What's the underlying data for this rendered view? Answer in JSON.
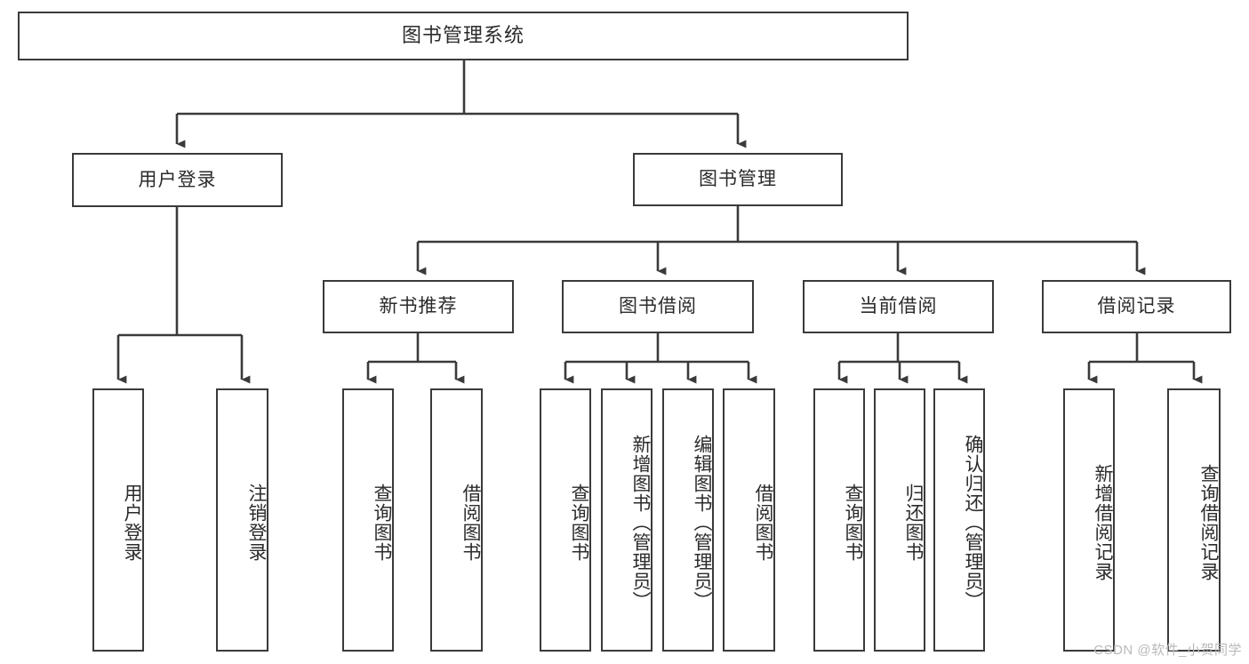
{
  "diagram": {
    "type": "tree-hierarchy",
    "orientation": "top-down",
    "title": "图书管理系统",
    "watermark": "CSDN @软件_小贺同学",
    "colors": {
      "stroke": "#3a3a3a",
      "fill": "#ffffff",
      "text": "#2b2b2b",
      "watermark": "#b9b9b9"
    },
    "nodes": {
      "root": {
        "label": "图书管理系统"
      },
      "level2": [
        {
          "id": "user-login",
          "label": "用户登录"
        },
        {
          "id": "book-manage",
          "label": "图书管理"
        }
      ],
      "level3": [
        {
          "id": "new-book-recommend",
          "label": "新书推荐"
        },
        {
          "id": "book-borrow",
          "label": "图书借阅"
        },
        {
          "id": "current-borrow",
          "label": "当前借阅"
        },
        {
          "id": "borrow-record",
          "label": "借阅记录"
        }
      ],
      "leaves": {
        "user_login": [
          {
            "id": "leaf-user-login",
            "label": "用户登录"
          },
          {
            "id": "leaf-logout-login",
            "label": "注销登录"
          }
        ],
        "new_book_recommend": [
          {
            "id": "leaf-query-book-1",
            "label": "查询图书"
          },
          {
            "id": "leaf-borrow-book-1",
            "label": "借阅图书"
          }
        ],
        "book_borrow": [
          {
            "id": "leaf-query-book-2",
            "label": "查询图书"
          },
          {
            "id": "leaf-add-book",
            "label": "新增图书（管理员）"
          },
          {
            "id": "leaf-edit-book",
            "label": "编辑图书（管理员）"
          },
          {
            "id": "leaf-borrow-book-2",
            "label": "借阅图书"
          }
        ],
        "current_borrow": [
          {
            "id": "leaf-query-book-3",
            "label": "查询图书"
          },
          {
            "id": "leaf-return-book",
            "label": "归还图书"
          },
          {
            "id": "leaf-confirm-return",
            "label": "确认归还（管理员）"
          }
        ],
        "borrow_record": [
          {
            "id": "leaf-add-record",
            "label": "新增借阅记录"
          },
          {
            "id": "leaf-query-record",
            "label": "查询借阅记录"
          }
        ]
      }
    }
  }
}
